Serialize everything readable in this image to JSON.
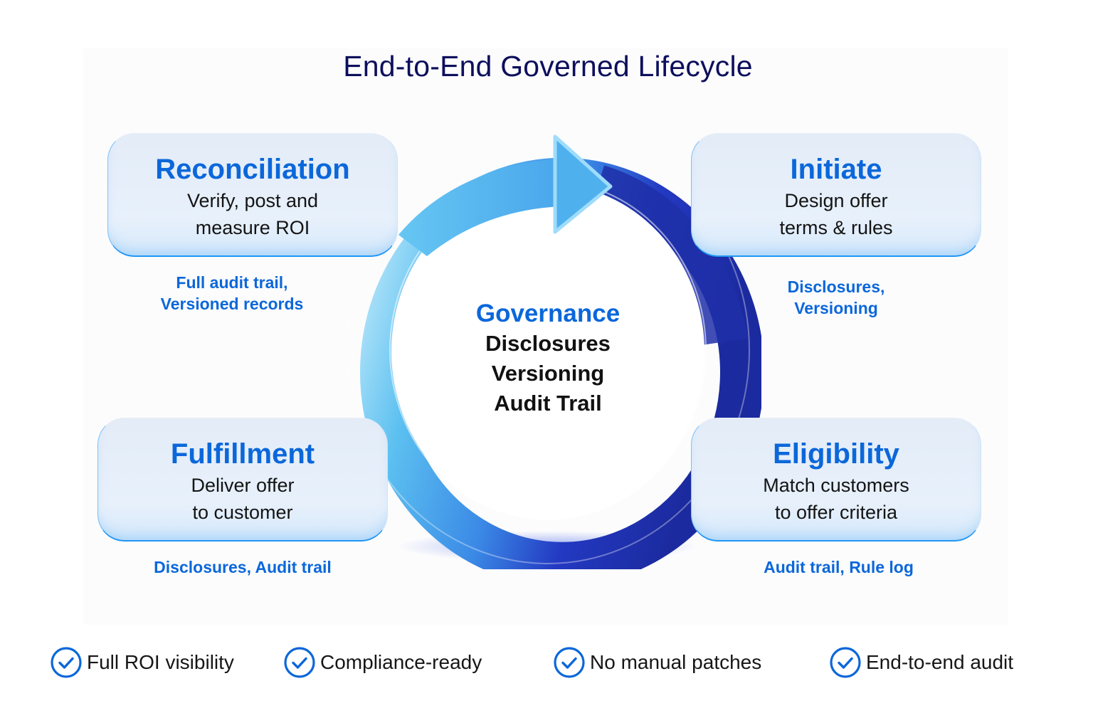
{
  "title": "End-to-End Governed Lifecycle",
  "colors": {
    "title": "#0d0f5c",
    "accent": "#0b67da",
    "body_text": "#141414",
    "ring_light": "#5cc0f0",
    "ring_dark": "#1b2a9e",
    "card_border": "#2196f3"
  },
  "stages": [
    {
      "id": "reconciliation",
      "title": "Reconciliation",
      "lines": [
        "Verify, post and",
        "measure ROI"
      ],
      "notes": [
        "Full audit trail,",
        "Versioned records"
      ]
    },
    {
      "id": "initiate",
      "title": "Initiate",
      "lines": [
        "Design offer",
        "terms & rules"
      ],
      "notes": [
        "Disclosures,",
        "Versioning"
      ]
    },
    {
      "id": "fulfillment",
      "title": "Fulfillment",
      "lines": [
        "Deliver offer",
        "to customer"
      ],
      "notes": [
        "Disclosures, Audit trail"
      ]
    },
    {
      "id": "eligibility",
      "title": "Eligibility",
      "lines": [
        "Match customers",
        "to offer criteria"
      ],
      "notes": [
        "Audit trail, Rule log"
      ]
    }
  ],
  "center": {
    "heading": "Governance",
    "items": [
      "Disclosures",
      "Versioning",
      "Audit Trail"
    ],
    "icon": "cycle-arrow-icon"
  },
  "benefits": [
    {
      "label": "Full ROI visibility",
      "icon": "check-circle-icon"
    },
    {
      "label": "Compliance-ready",
      "icon": "check-circle-icon"
    },
    {
      "label": "No manual patches",
      "icon": "check-circle-icon"
    },
    {
      "label": "End-to-end audit",
      "icon": "check-circle-icon"
    }
  ]
}
